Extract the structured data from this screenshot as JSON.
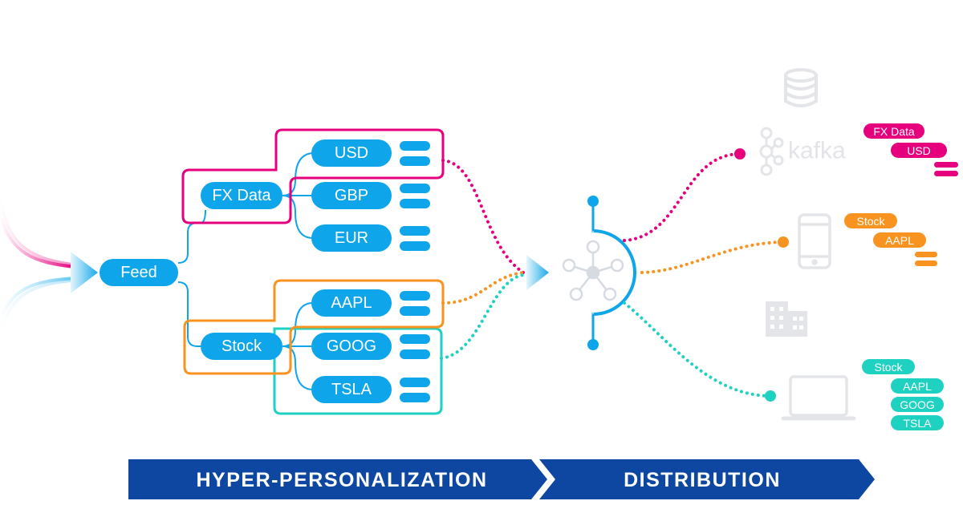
{
  "colors": {
    "blue": "#0ea5ea",
    "magenta": "#e6007e",
    "orange": "#f7931e",
    "teal": "#1fd1c1",
    "banner": "#0d47a1",
    "grey": "#e3e5e9"
  },
  "tree": {
    "root": "Feed",
    "fx_group": {
      "label": "FX Data",
      "children": [
        "USD",
        "GBP",
        "EUR"
      ]
    },
    "stock_group": {
      "label": "Stock",
      "children": [
        "AAPL",
        "GOOG",
        "TSLA"
      ]
    }
  },
  "destinations": {
    "kafka": {
      "brand": "kafka",
      "icon": "kafka-logo-icon",
      "tags": [
        "FX Data",
        "USD"
      ]
    },
    "mobile": {
      "icon": "smartphone-icon",
      "tags": [
        "Stock",
        "AAPL"
      ]
    },
    "laptop": {
      "icon": "laptop-icon",
      "tags": [
        "Stock",
        "AAPL",
        "GOOG",
        "TSLA"
      ]
    },
    "decorative_icons": [
      "database-icon",
      "building-icon",
      "network-hub-icon"
    ]
  },
  "banner": {
    "left_label": "HYPER-PERSONALIZATION",
    "right_label": "DISTRIBUTION"
  }
}
